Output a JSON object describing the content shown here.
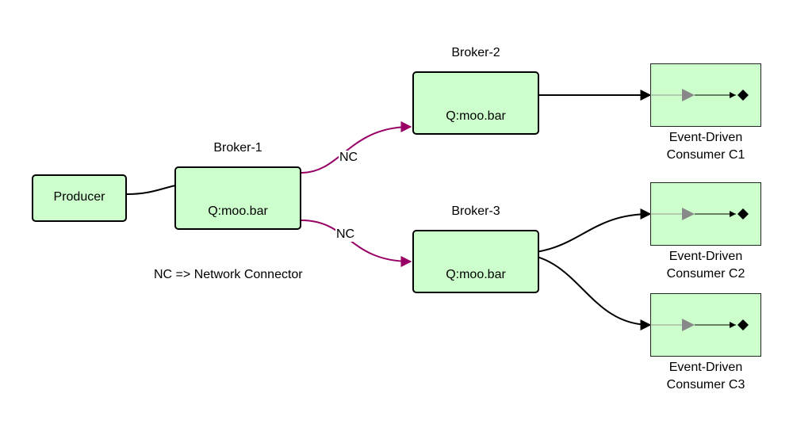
{
  "producer": {
    "label": "Producer"
  },
  "brokers": [
    {
      "title": "Broker-1",
      "queue": "Q:moo.bar"
    },
    {
      "title": "Broker-2",
      "queue": "Q:moo.bar"
    },
    {
      "title": "Broker-3",
      "queue": "Q:moo.bar"
    }
  ],
  "connectors": [
    {
      "label": "NC"
    },
    {
      "label": "NC"
    }
  ],
  "consumers": [
    {
      "line1": "Event-Driven",
      "line2": "Consumer C1"
    },
    {
      "line1": "Event-Driven",
      "line2": "Consumer C2"
    },
    {
      "line1": "Event-Driven",
      "line2": "Consumer C3"
    }
  ],
  "legend": "NC => Network Connector",
  "colors": {
    "node_fill": "#ccffcc",
    "network_connector": "#990066",
    "flow": "#000000",
    "queue": "#777777"
  }
}
